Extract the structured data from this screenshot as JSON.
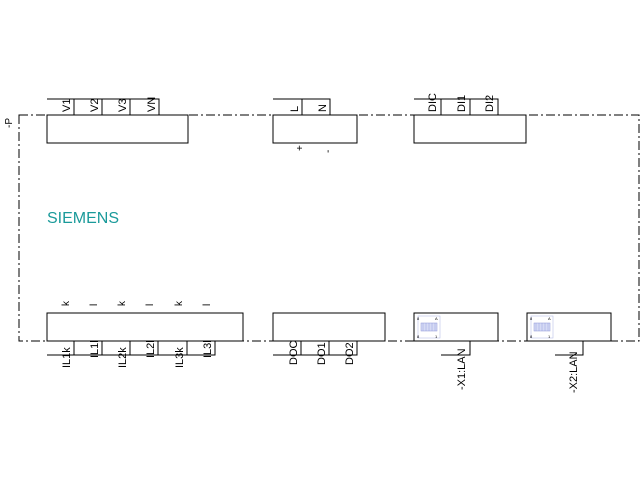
{
  "device": {
    "brand": "SIEMENS",
    "brand_color": "#1a9a9a",
    "side_label": "-P"
  },
  "top_blocks": [
    {
      "name": "voltage",
      "terminals": [
        "V1",
        "V2",
        "V3",
        "VN"
      ],
      "sub": []
    },
    {
      "name": "power",
      "terminals": [
        "L",
        "N"
      ],
      "sub": [
        "+",
        "-"
      ]
    },
    {
      "name": "digital-input",
      "terminals": [
        "DIC",
        "DI1",
        "DI2"
      ],
      "sub": []
    }
  ],
  "current_block": {
    "above": [
      "k",
      "l",
      "k",
      "l",
      "k",
      "l"
    ],
    "terminals": [
      "IL1k",
      "IL1l",
      "IL2k",
      "IL2l",
      "IL3k",
      "IL3l"
    ]
  },
  "digital_output_block": {
    "terminals": [
      "DOC",
      "DO1",
      "DO2"
    ]
  },
  "lan_ports": [
    {
      "label": "-X1:LAN",
      "pins": [
        "8",
        "A",
        "8",
        "1"
      ]
    },
    {
      "label": "-X2:LAN",
      "pins": [
        "8",
        "A",
        "8",
        "1"
      ]
    }
  ]
}
